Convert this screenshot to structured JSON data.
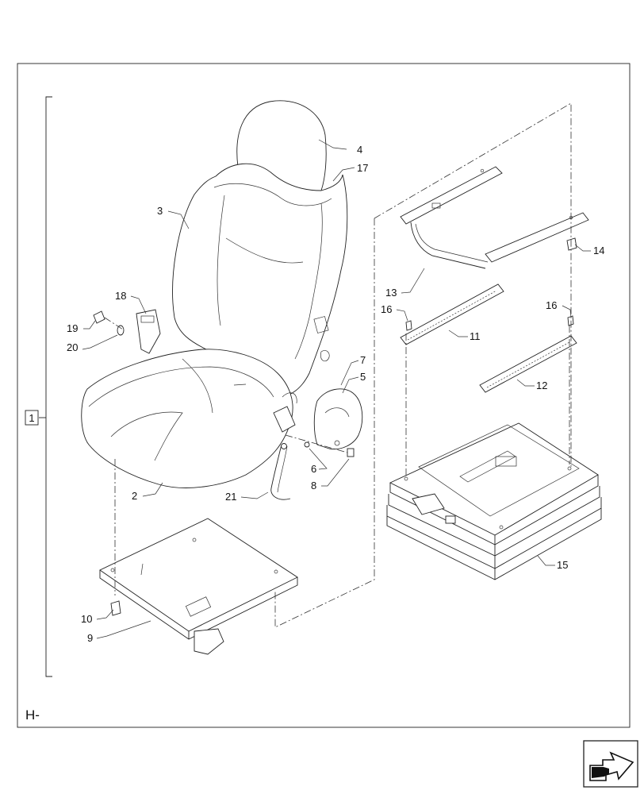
{
  "diagram": {
    "frame_label": "H-",
    "group_label": "1",
    "callouts": [
      "4",
      "17",
      "3",
      "18",
      "19",
      "20",
      "7",
      "5",
      "6",
      "8",
      "2",
      "21",
      "13",
      "14",
      "16",
      "11",
      "16",
      "12",
      "15",
      "10",
      "9"
    ]
  },
  "nav_icon": {
    "name": "next-page-arrow-icon",
    "color": "#111111"
  }
}
